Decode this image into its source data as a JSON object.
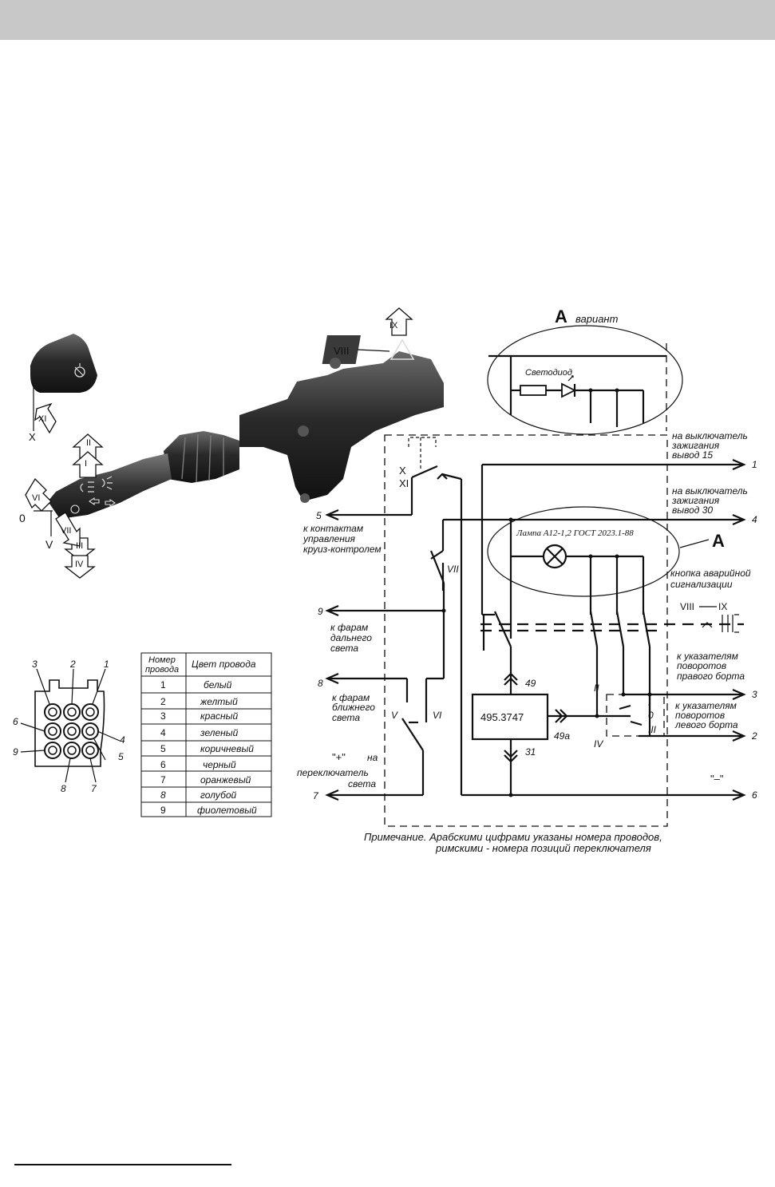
{
  "variant": {
    "letter": "A",
    "label": "вариант",
    "led": "Светодиод"
  },
  "lamp": "Лампа А12-1,2 ГОСТ 2023.1-88",
  "lamp_ref": "A",
  "hazard_button": {
    "line1": "кнопка аварийной",
    "line2": "сигнализации"
  },
  "relay": {
    "name": "495.3747",
    "t49": "49",
    "t49a": "49а",
    "t31": "31"
  },
  "wires": {
    "w1": {
      "num": "1",
      "line1": "на выключатель",
      "line2": "зажигания",
      "line3": "вывод 15"
    },
    "w4": {
      "num": "4",
      "line1": "на выключатель",
      "line2": "зажигания",
      "line3": "вывод 30"
    },
    "w5": {
      "num": "5",
      "line1": "к контактам",
      "line2": "управления",
      "line3": "круиз-контролем"
    },
    "w9": {
      "num": "9",
      "line1": "к фарам",
      "line2": "дальнего",
      "line3": "света"
    },
    "w8": {
      "num": "8",
      "line1": "к фарам",
      "line2": "ближнего",
      "line3": "света"
    },
    "w7": {
      "num": "7",
      "plus": "\"+\"",
      "na": "на",
      "line2": "переключатель",
      "line3": "света"
    },
    "w3": {
      "num": "3",
      "line1": "к указателям",
      "line2": "поворотов",
      "line3": "правого борта"
    },
    "w2": {
      "num": "2",
      "line1": "к указателям",
      "line2": "поворотов",
      "line3": "левого борта"
    },
    "w6": {
      "num": "6",
      "minus": "\"–\""
    }
  },
  "positions": {
    "p0": "0",
    "pI": "I",
    "pII": "II",
    "pIII": "III",
    "pIV": "IV",
    "pV": "V",
    "pVI": "VI",
    "pVII": "VII",
    "pVIII": "VIII",
    "pIX": "IX",
    "pX": "X",
    "pXI": "XI"
  },
  "schematic_positions": {
    "X": "X",
    "XI": "XI",
    "VII": "VII",
    "V": "V",
    "VI": "VI",
    "II": "II",
    "I": "I",
    "O": "0",
    "III": "III",
    "IV": "IV",
    "VIII_IX_a": "VIII",
    "VIII_IX_b": "IX"
  },
  "note": {
    "line1": "Примечание. Арабскими цифрами указаны номера проводов,",
    "line2": "римскими - номера позиций переключателя"
  },
  "connector_pins": [
    "1",
    "2",
    "3",
    "4",
    "5",
    "6",
    "7",
    "8",
    "9"
  ],
  "wire_table": {
    "col1_line1": "Номер",
    "col1_line2": "провода",
    "col2": "Цвет провода",
    "rows": [
      {
        "num": "1",
        "color": "белый"
      },
      {
        "num": "2",
        "color": "желтый"
      },
      {
        "num": "3",
        "color": "красный"
      },
      {
        "num": "4",
        "color": "зеленый"
      },
      {
        "num": "5",
        "color": "коричневый"
      },
      {
        "num": "6",
        "color": "черный"
      },
      {
        "num": "7",
        "color": "оранжевый"
      },
      {
        "num": "8",
        "color": "голубой"
      },
      {
        "num": "9",
        "color": "фиолетовый"
      }
    ]
  }
}
